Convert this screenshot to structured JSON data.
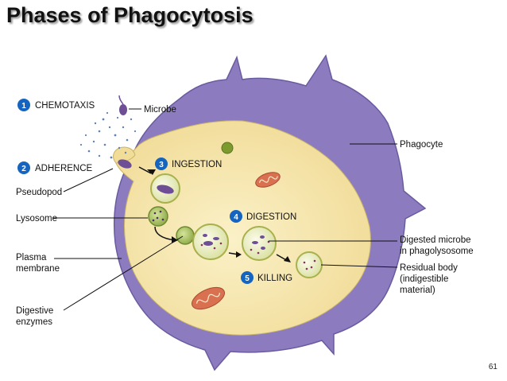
{
  "title": "Phases of Phagocytosis",
  "page_number": "61",
  "steps": [
    {
      "number": "1",
      "label": "CHEMOTAXIS"
    },
    {
      "number": "2",
      "label": "ADHERENCE"
    },
    {
      "number": "3",
      "label": "INGESTION"
    },
    {
      "number": "4",
      "label": "DIGESTION"
    },
    {
      "number": "5",
      "label": "KILLING"
    }
  ],
  "labels": {
    "microbe": "Microbe",
    "phagocyte": "Phagocyte",
    "pseudopod": "Pseudopod",
    "lysosome": "Lysosome",
    "plasma_membrane": [
      "Plasma",
      "membrane"
    ],
    "digestive_enzymes": [
      "Digestive",
      "enzymes"
    ],
    "digested_microbe": [
      "Digested microbe",
      "in phagolysosome"
    ],
    "residual_body": [
      "Residual body",
      "(indigestible",
      "material)"
    ]
  },
  "colors": {
    "badge": "#1565c0",
    "cell_outer": "#8e7fc1",
    "cytoplasm": "#f7e9b4",
    "vesicle": "#cfd68a",
    "microbe": "#6e4f96"
  }
}
